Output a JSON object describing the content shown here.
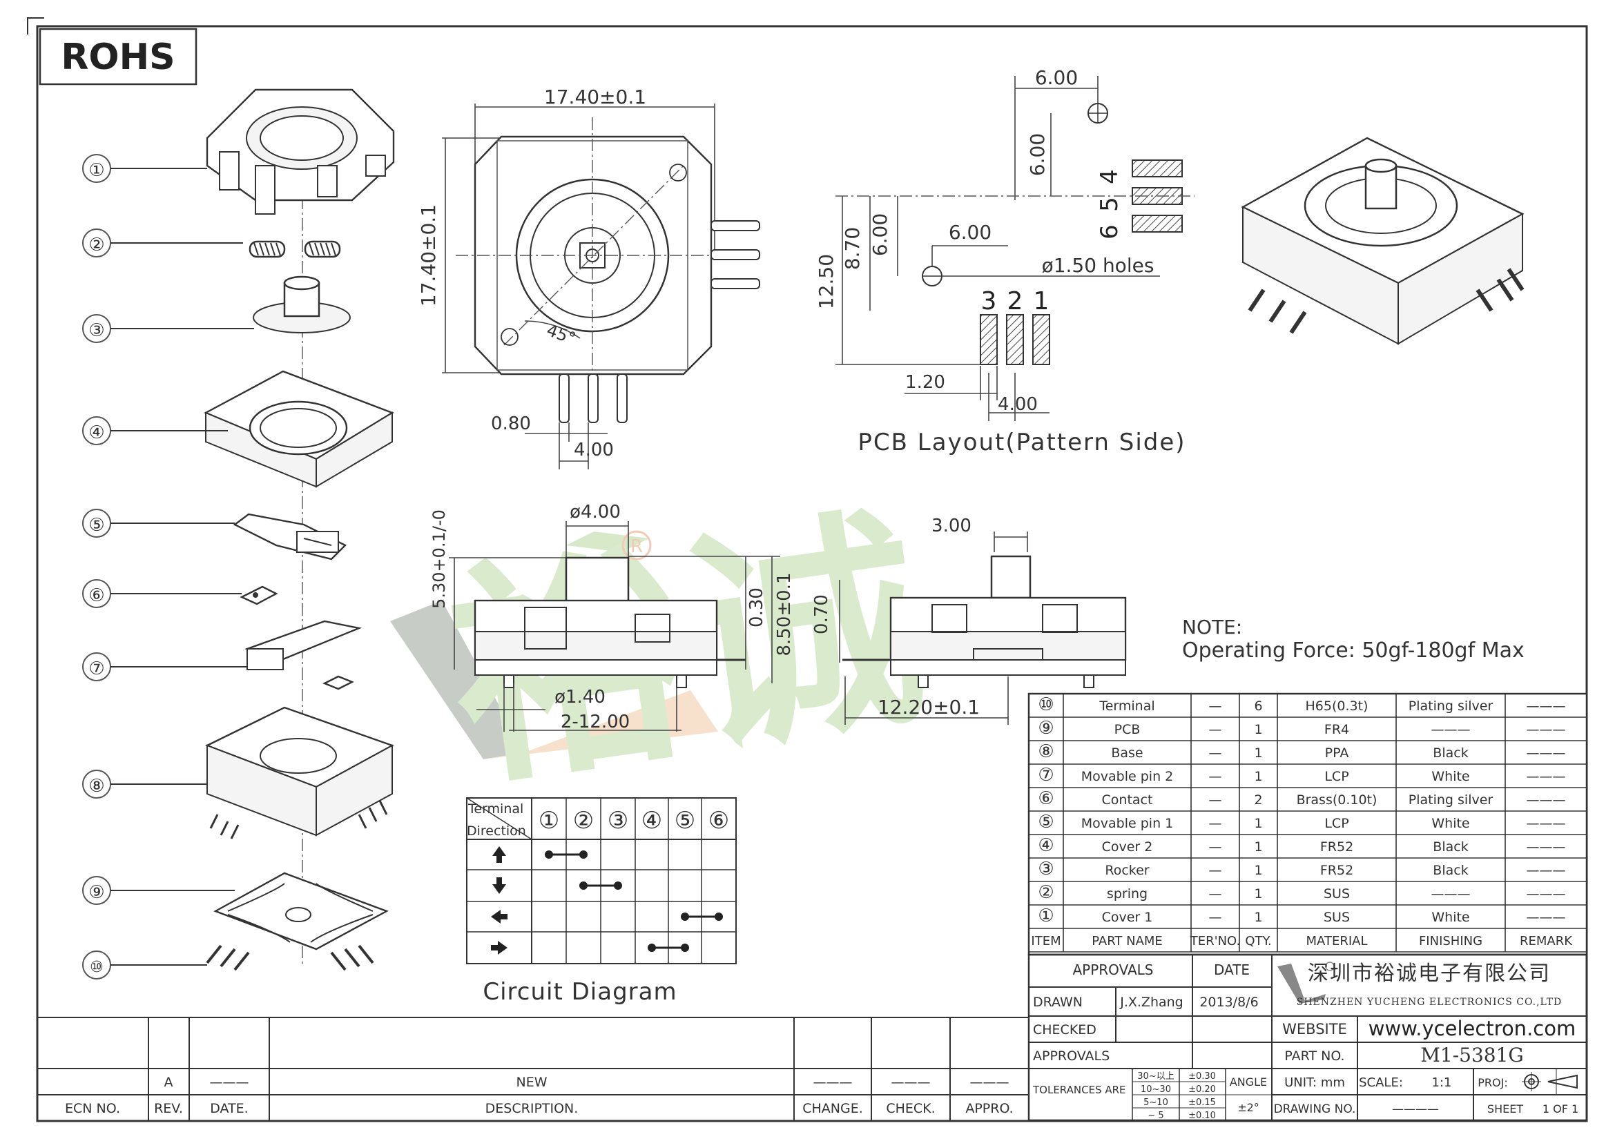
{
  "rohs_label": "ROHS",
  "watermark": {
    "brand_text": "裕诚"
  },
  "exploded_view": {
    "part_numbers": [
      "①",
      "②",
      "③",
      "④",
      "⑤",
      "⑥",
      "⑦",
      "⑧",
      "⑨",
      "⑩"
    ]
  },
  "top_view": {
    "width_dim": "17.40±0.1",
    "height_dim": "17.40±0.1",
    "angle": "45°",
    "pin_offset": "0.80",
    "pin_pitch": "4.00"
  },
  "pcb_layout": {
    "title": "PCB Layout(Pattern Side)",
    "dim_top": "6.00",
    "dim_vertical_1": "6.00",
    "dim_horizontal": "6.00",
    "dim_vertical_2": "6.00",
    "dim_870": "8.70",
    "dim_1250": "12.50",
    "holes": "ø1.50  holes",
    "pad_width": "1.20",
    "pad_pitch": "4.00",
    "pin_labels_top": [
      "4",
      "5",
      "6"
    ],
    "pin_labels_bottom": [
      "3",
      "2",
      "1"
    ]
  },
  "side_view": {
    "stem_dia": "ø4.00",
    "stem_height": "5.30+0.1/-0",
    "dim_030": "0.30",
    "dim_850": "8.50±0.1",
    "dim_140": "ø1.40",
    "dim_212": "2-12.00",
    "dim_300": "3.00",
    "dim_070": "0.70",
    "dim_1220": "12.20±0.1"
  },
  "note": {
    "label": "NOTE:",
    "text": "Operating  Force: 50gf-180gf  Max"
  },
  "circuit": {
    "caption": "Circuit  Diagram",
    "header_terminal": "Terminal",
    "header_direction": "Direction",
    "terminals": [
      "①",
      "②",
      "③",
      "④",
      "⑤",
      "⑥"
    ],
    "rows": [
      {
        "direction": "up-arrow",
        "connect": [
          1,
          2
        ]
      },
      {
        "direction": "down-arrow",
        "connect": [
          2,
          3
        ]
      },
      {
        "direction": "left-arrow",
        "connect": [
          5,
          6
        ]
      },
      {
        "direction": "right-arrow",
        "connect": [
          4,
          5
        ]
      }
    ]
  },
  "bom": {
    "headers": [
      "ITEM",
      "PART NAME",
      "TER'NO.",
      "QTY.",
      "MATERIAL",
      "FINISHING",
      "REMARK"
    ],
    "rows": [
      {
        "item": "⑩",
        "name": "Terminal",
        "ter": "—",
        "qty": "6",
        "material": "H65(0.3t)",
        "finishing": "Plating silver",
        "remark": "———"
      },
      {
        "item": "⑨",
        "name": "PCB",
        "ter": "—",
        "qty": "1",
        "material": "FR4",
        "finishing": "———",
        "remark": "———"
      },
      {
        "item": "⑧",
        "name": "Base",
        "ter": "—",
        "qty": "1",
        "material": "PPA",
        "finishing": "Black",
        "remark": "———"
      },
      {
        "item": "⑦",
        "name": "Movable  pin  2",
        "ter": "—",
        "qty": "1",
        "material": "LCP",
        "finishing": "White",
        "remark": "———"
      },
      {
        "item": "⑥",
        "name": "Contact",
        "ter": "—",
        "qty": "2",
        "material": "Brass(0.10t)",
        "finishing": "Plating silver",
        "remark": "———"
      },
      {
        "item": "⑤",
        "name": "Movable  pin  1",
        "ter": "—",
        "qty": "1",
        "material": "LCP",
        "finishing": "White",
        "remark": "———"
      },
      {
        "item": "④",
        "name": "Cover  2",
        "ter": "—",
        "qty": "1",
        "material": "FR52",
        "finishing": "Black",
        "remark": "———"
      },
      {
        "item": "③",
        "name": "Rocker",
        "ter": "—",
        "qty": "1",
        "material": "FR52",
        "finishing": "Black",
        "remark": "———"
      },
      {
        "item": "②",
        "name": "spring",
        "ter": "—",
        "qty": "1",
        "material": "SUS",
        "finishing": "———",
        "remark": "———"
      },
      {
        "item": "①",
        "name": "Cover  1",
        "ter": "—",
        "qty": "1",
        "material": "SUS",
        "finishing": "White",
        "remark": "———"
      }
    ]
  },
  "title_block": {
    "approvals_header": "APPROVALS",
    "date_header": "DATE",
    "drawn_label": "DRAWN",
    "drawn_name": "J.X.Zhang",
    "drawn_date": "2013/8/6",
    "checked_label": "CHECKED",
    "approvals_label": "APPROVALS",
    "company_cn": "深圳市裕诚电子有限公司",
    "company_en": "SHENZHEN  YUCHENG  ELECTRONICS  CO.,LTD",
    "website_label": "WEBSITE",
    "website": "www.ycelectron.com",
    "part_no_label": "PART  NO.",
    "part_no": "M1-5381G",
    "tolerances_label": "TOLERANCES  ARE",
    "tol_ranges": [
      "30~以上",
      "10~30",
      "5~10",
      "~ 5"
    ],
    "tol_values": [
      "±0.30",
      "±0.20",
      "±0.15",
      "±0.10"
    ],
    "angle_label": "ANGLE",
    "angle_value": "±2°",
    "unit_label": "UNIT:  mm",
    "scale_label": "SCALE:",
    "scale_value": "1:1",
    "proj_label": "PROJ:",
    "drawing_no_label": "DRAWING  NO.",
    "drawing_no_value": "————",
    "sheet_label": "SHEET",
    "sheet_value": "1  OF  1"
  },
  "revision_block": {
    "rev_value": "A",
    "date_value": "———",
    "description_value": "NEW",
    "change_value": "———",
    "check_value": "———",
    "appro_value": "———",
    "ecn_label": "ECN  NO.",
    "rev_label": "REV.",
    "date_label": "DATE.",
    "description_label": "DESCRIPTION.",
    "change_label": "CHANGE.",
    "check_label": "CHECK.",
    "appro_label": "APPRO."
  }
}
